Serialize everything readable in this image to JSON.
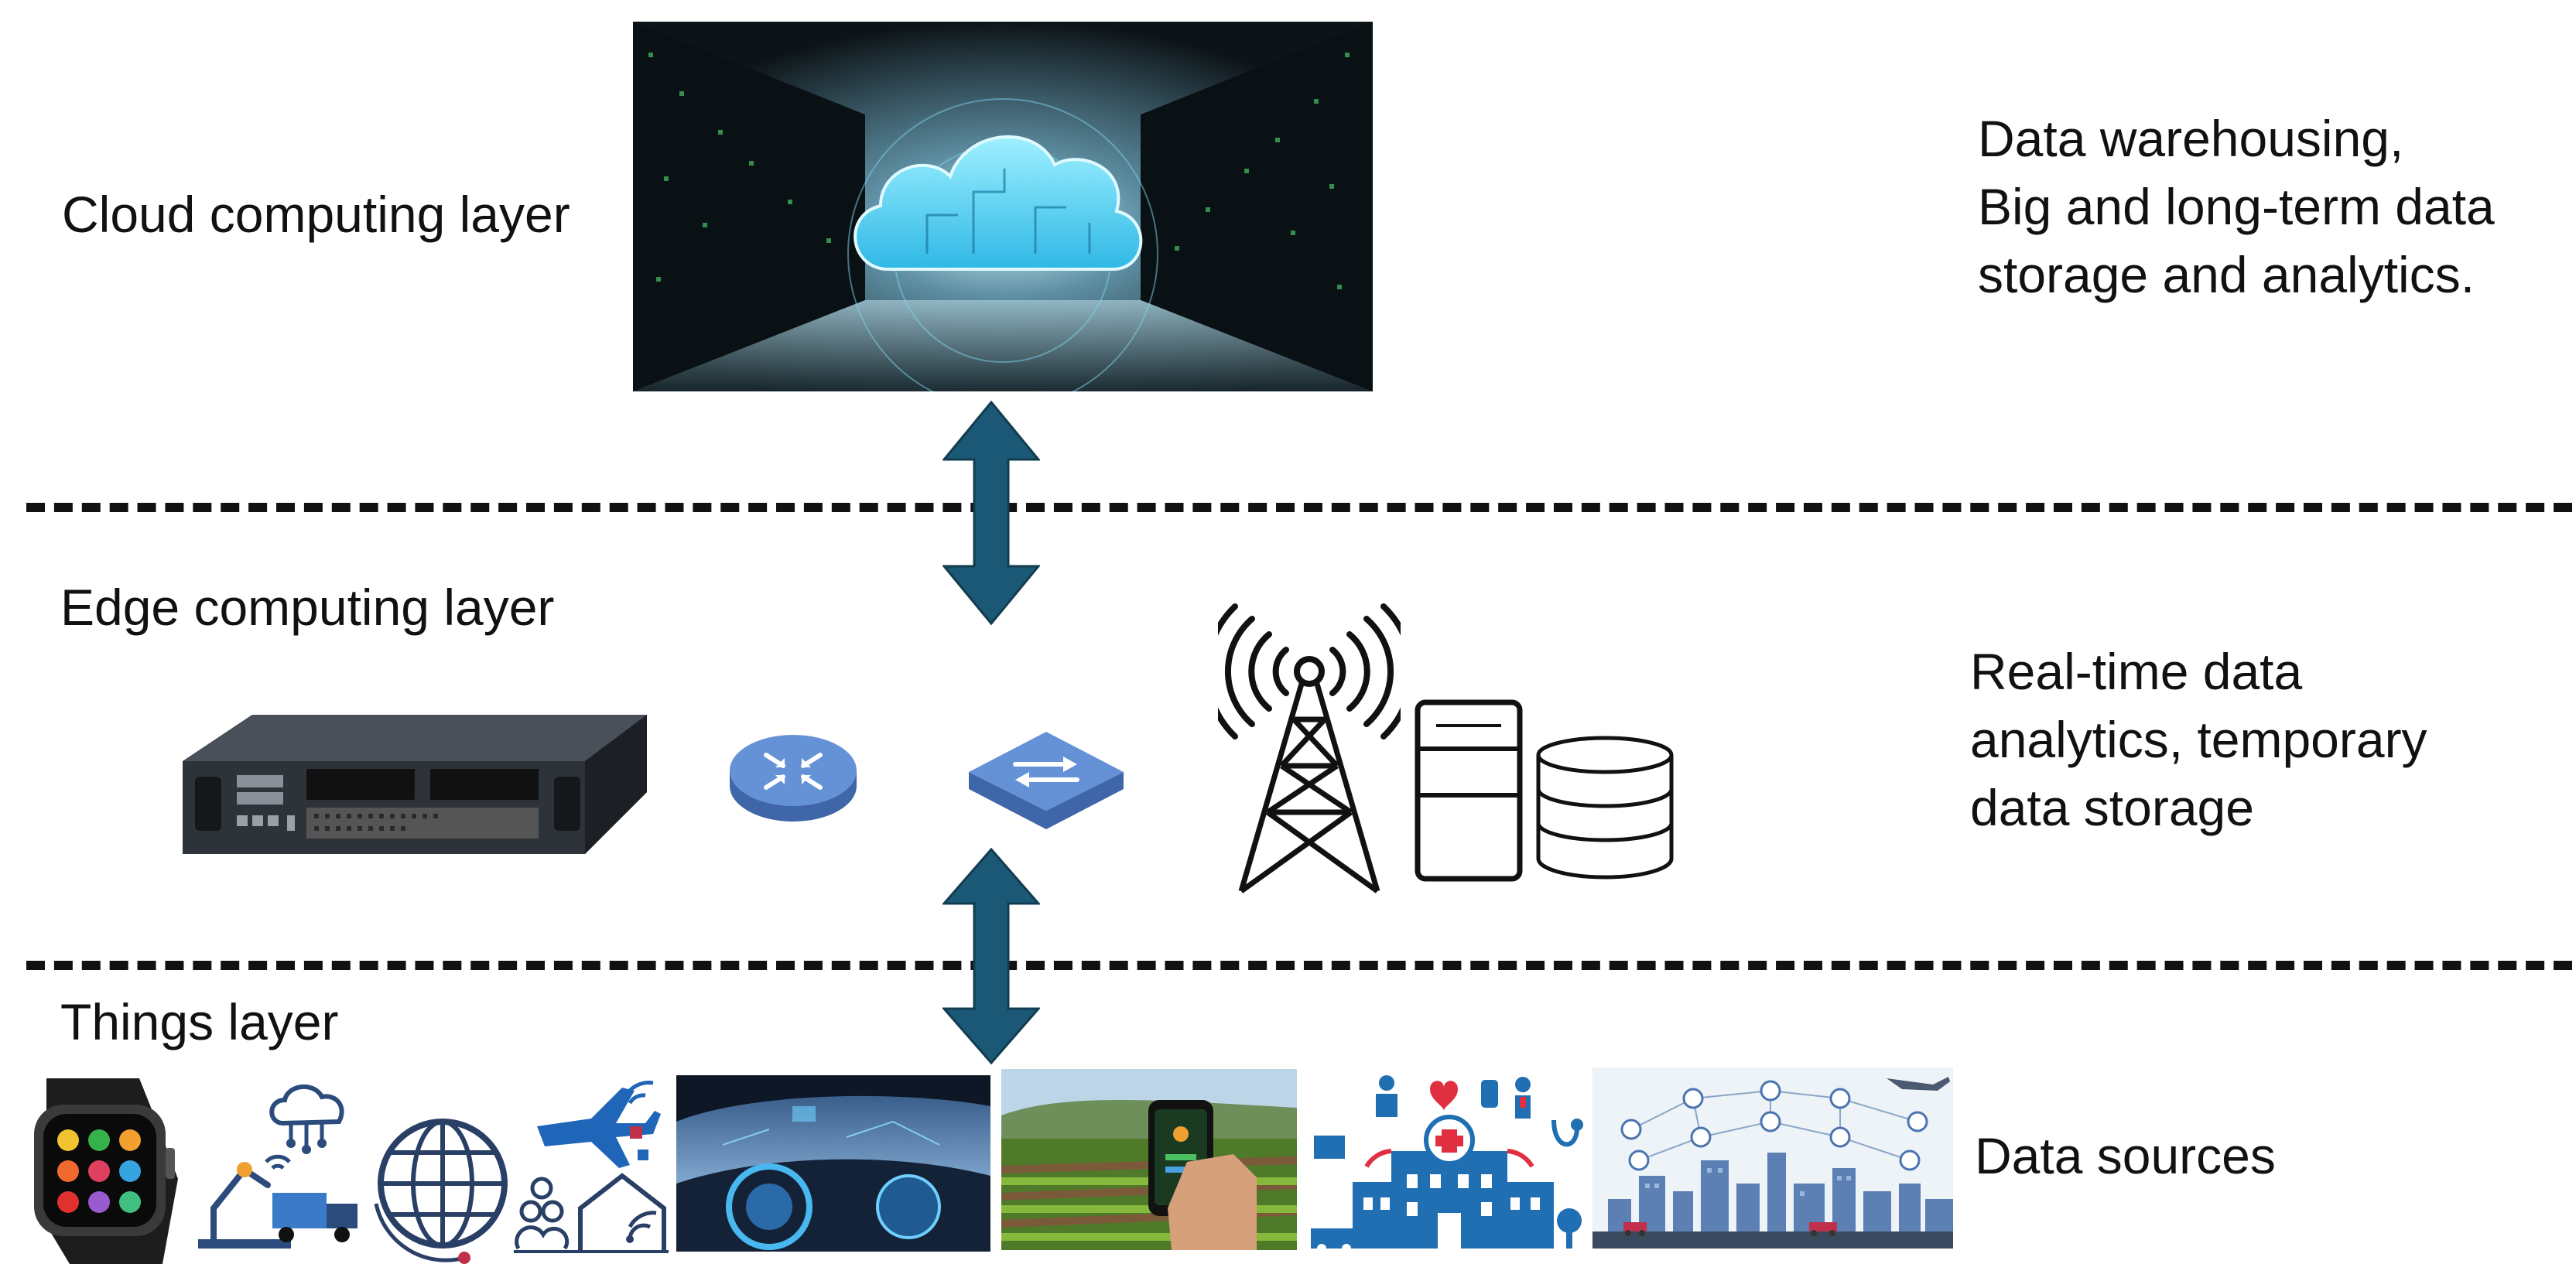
{
  "layers": {
    "cloud": {
      "label": "Cloud computing layer",
      "description": [
        "Data warehousing,",
        "Big and long-term data",
        "storage and analytics."
      ]
    },
    "edge": {
      "label": "Edge computing layer",
      "description": [
        "Real-time data",
        "analytics, temporary",
        "data storage"
      ]
    },
    "things": {
      "label": "Things layer",
      "description": [
        "Data sources"
      ]
    }
  },
  "icons": {
    "cloud_image": "cloud-datacenter-photo",
    "edge_devices": [
      "edge-server-icon",
      "router-icon",
      "switch-icon",
      "cell-tower-icon",
      "server-tower-icon",
      "database-icon"
    ],
    "things_sources": [
      "smartwatch-icon",
      "industrial-iot-icon",
      "globe-network-icon",
      "airplane-icon",
      "smart-home-icon",
      "connected-car-photo",
      "smart-farm-photo",
      "healthcare-icon",
      "smart-city-photo"
    ]
  },
  "colors": {
    "arrow": "#1b5876",
    "network_device": "#4f7fc6",
    "healthcare": "#1f6fb2",
    "dash": "#111111"
  }
}
